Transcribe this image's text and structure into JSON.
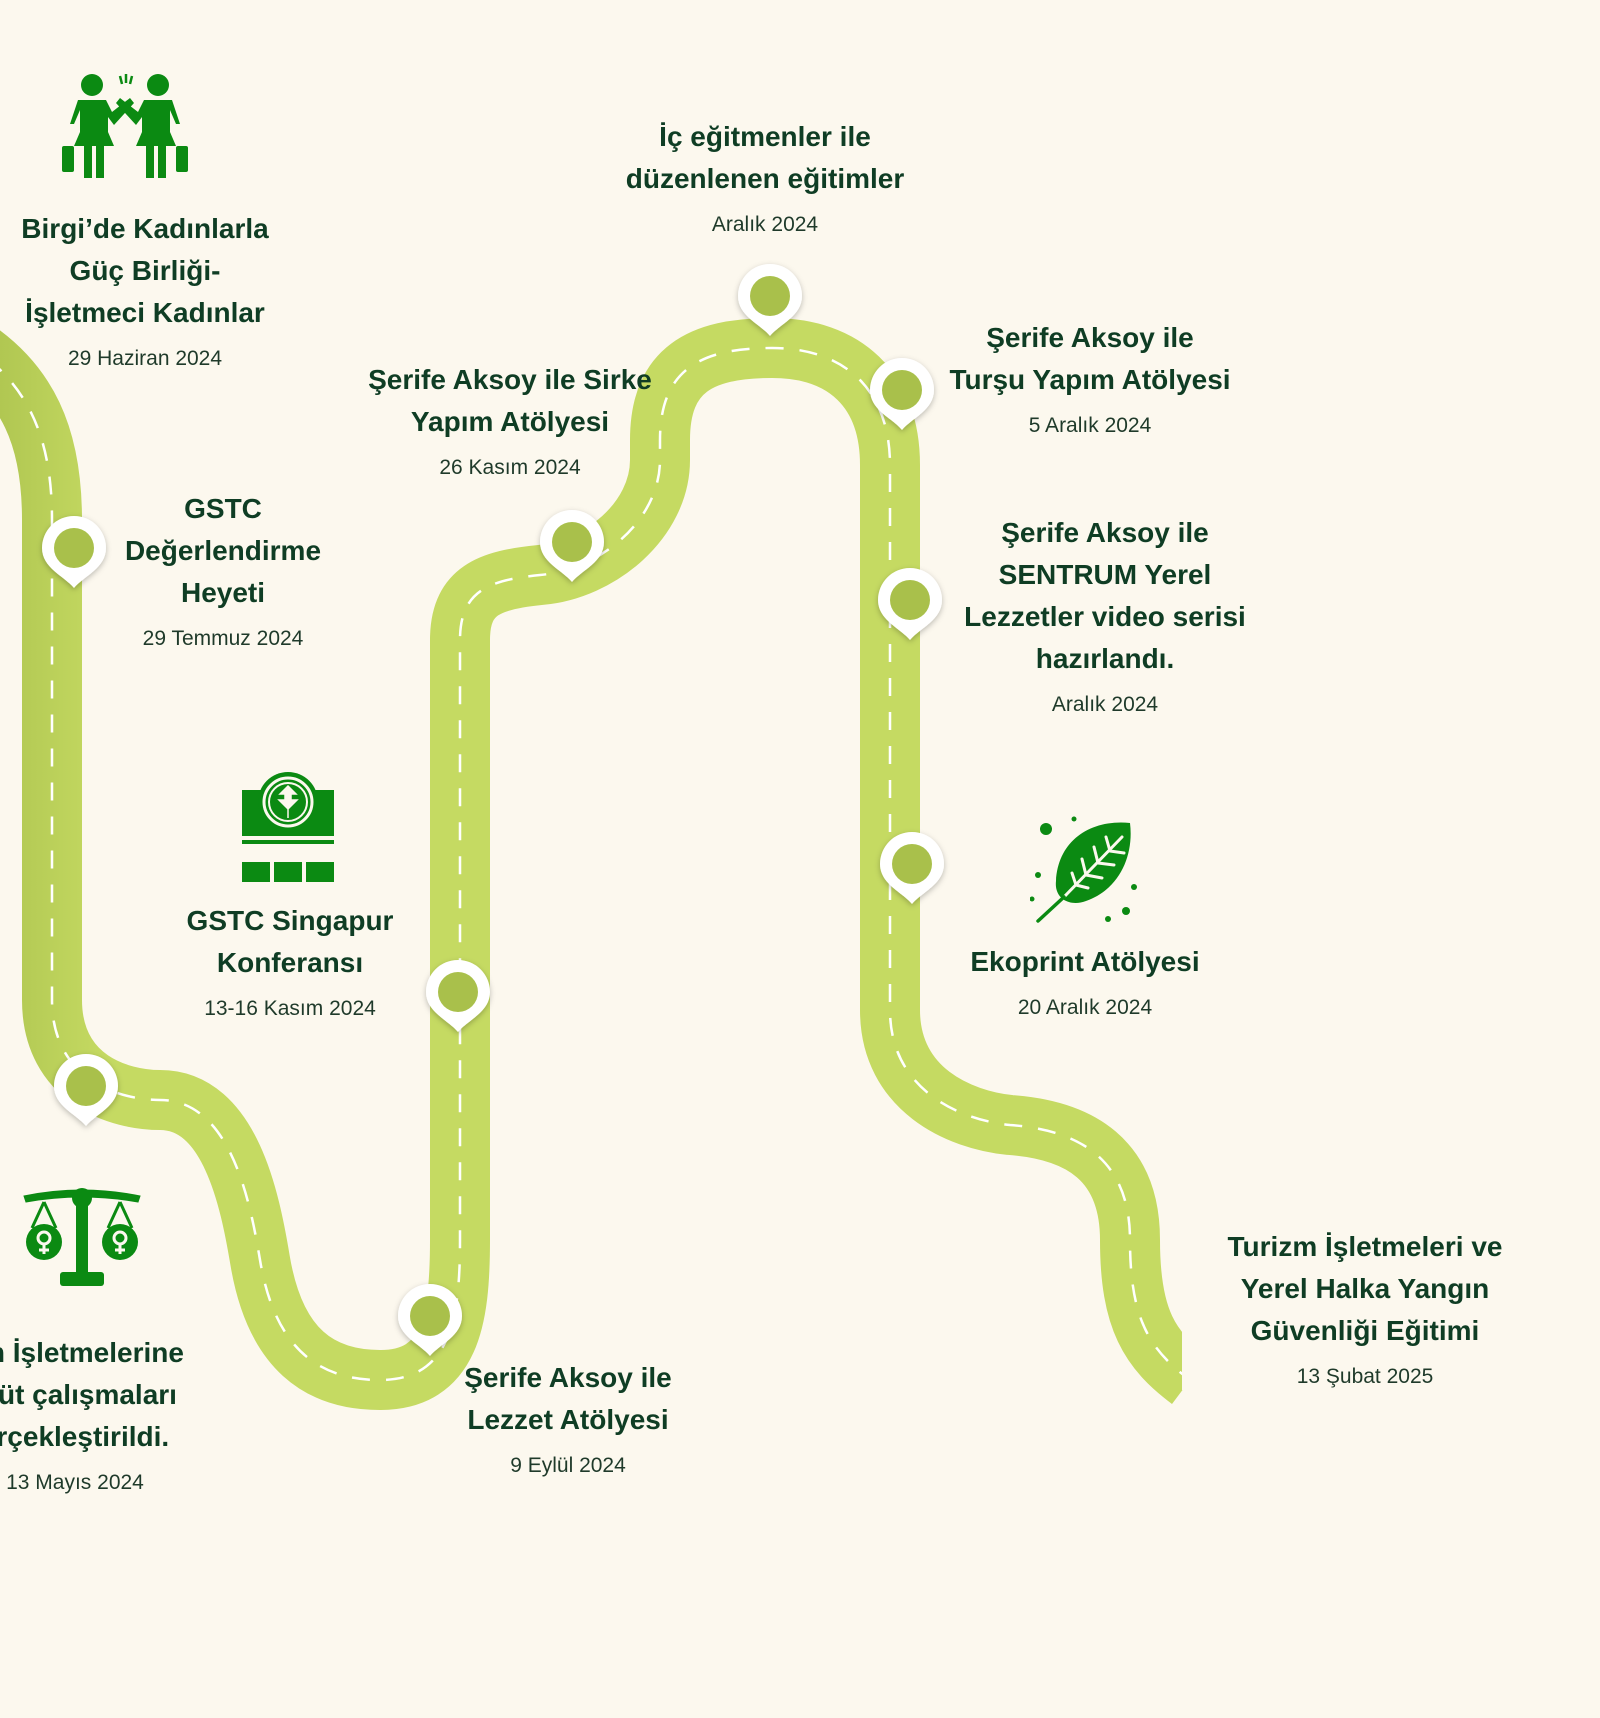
{
  "colors": {
    "background": "#fcf8ee",
    "road": "#c5da62",
    "road_dark": "#a9c04c",
    "road_marking": "#ffffff",
    "icon_green": "#0b8a12",
    "text": "#0f3d24",
    "pin_dot": "#a9c04c"
  },
  "events": [
    {
      "id": "birgi",
      "title": "Birgi’de Kadınlarla\nGüç Birliği-\nİşletmeci Kadınlar",
      "date": "29 Haziran 2024",
      "icon": "businesswomen-handshake-icon"
    },
    {
      "id": "gstc-heyet",
      "title": "GSTC\nDeğerlendirme\nHeyeti",
      "date": "29 Temmuz 2024"
    },
    {
      "id": "gstc-singapur",
      "title": "GSTC Singapur\nKonferansı",
      "date": "13-16 Kasım 2024",
      "icon": "gstc-badge-icon"
    },
    {
      "id": "etut",
      "title": "zm İşletmelerine\netüt çalışmaları\nerçekleştirildi.",
      "date": "13 Mayıs 2024",
      "icon": "gender-equality-scale-icon"
    },
    {
      "id": "lezzet",
      "title": "Şerife Aksoy ile\nLezzet Atölyesi",
      "date": "9 Eylül 2024"
    },
    {
      "id": "sirke",
      "title": "Şerife Aksoy ile Sirke\nYapım Atölyesi",
      "date": "26 Kasım 2024"
    },
    {
      "id": "ic-egitmen",
      "title": "İç eğitmenler ile\ndüzenlenen eğitimler",
      "date": "Aralık 2024"
    },
    {
      "id": "tursu",
      "title": "Şerife Aksoy ile\nTurşu Yapım Atölyesi",
      "date": "5 Aralık 2024"
    },
    {
      "id": "sentrum",
      "title": "Şerife Aksoy ile\nSENTRUM Yerel\nLezzetler video serisi\nhazırlandı.",
      "date": "Aralık 2024"
    },
    {
      "id": "ekoprint",
      "title": "Ekoprint Atölyesi",
      "date": "20 Aralık 2024",
      "icon": "leaf-icon"
    },
    {
      "id": "yangin",
      "title": "Turizm İşletmeleri ve\nYerel Halka Yangın\nGüvenliği Eğitimi",
      "date": "13 Şubat 2025"
    }
  ]
}
